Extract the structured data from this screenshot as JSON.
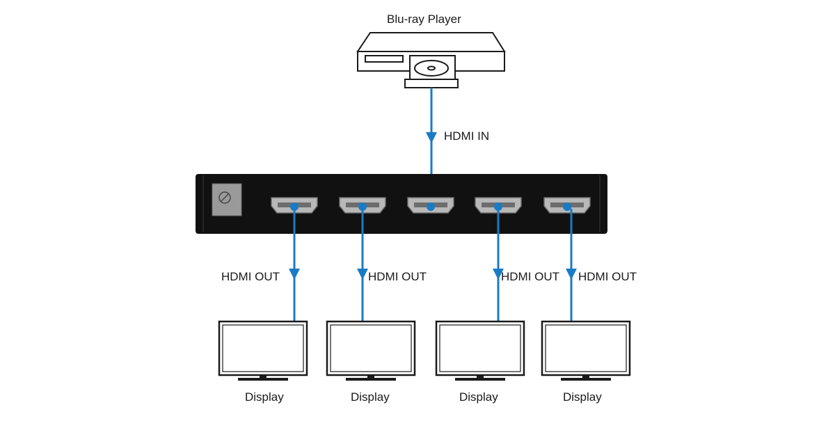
{
  "source": {
    "label": "Blu-ray Player"
  },
  "input_label": "HDMI IN",
  "outputs": [
    {
      "label": "HDMI OUT",
      "display": "Display"
    },
    {
      "label": "HDMI OUT",
      "display": "Display"
    },
    {
      "label": "HDMI OUT",
      "display": "Display"
    },
    {
      "label": "HDMI OUT",
      "display": "Display"
    }
  ],
  "colors": {
    "cable": "#1a7bc4",
    "line": "#1a1a1a",
    "splitter_body": "#111111",
    "port_fill": "#b8b8b8",
    "power_jack": "#9a9a9a"
  },
  "icons": [
    "blu-ray-player-icon",
    "disc-icon",
    "power-jack-icon",
    "hdmi-port-icon",
    "display-icon"
  ]
}
